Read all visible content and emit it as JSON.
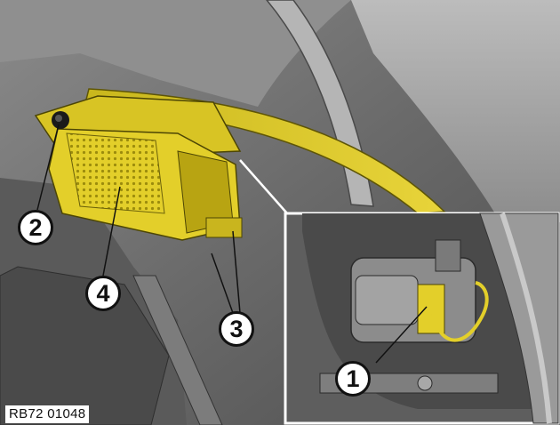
{
  "figure": {
    "id_label": "RB72 01048"
  },
  "callouts": [
    {
      "number": "1"
    },
    {
      "number": "2"
    },
    {
      "number": "3"
    },
    {
      "number": "4"
    }
  ],
  "colors": {
    "component_yellow": "#e3cf2a",
    "component_shadow": "#b8a412",
    "background_gray": "#6e6e6e",
    "callout_border": "#111111"
  }
}
